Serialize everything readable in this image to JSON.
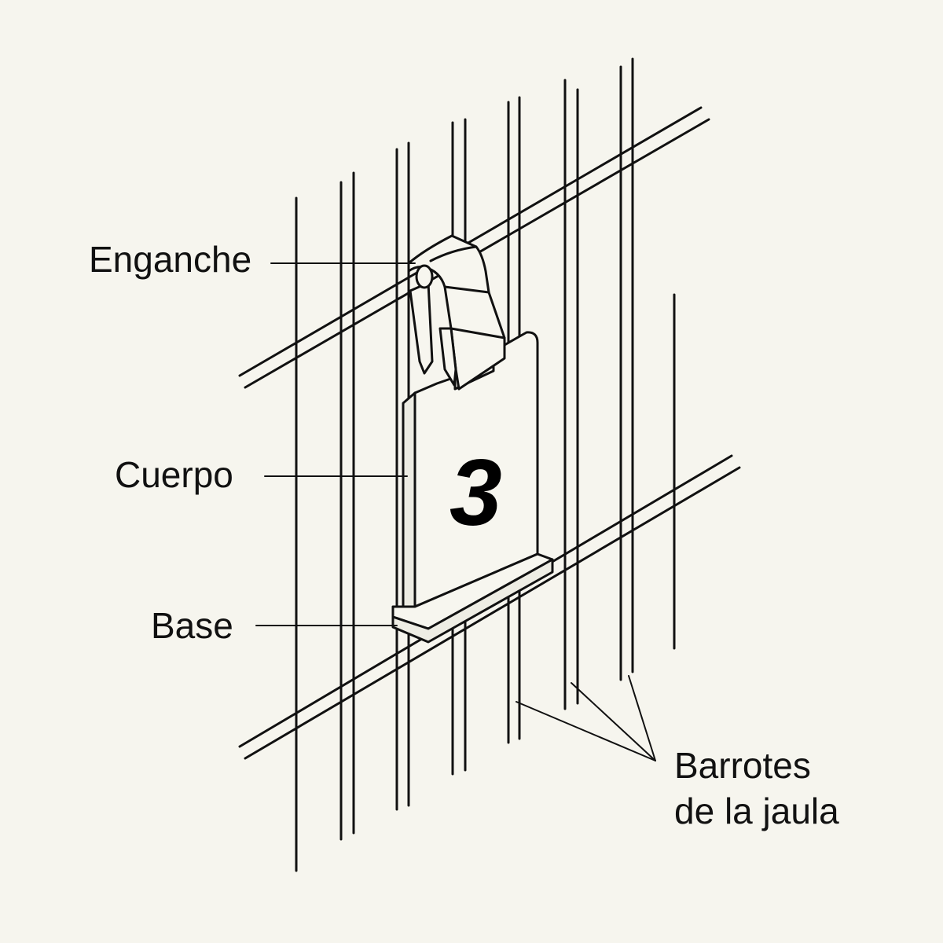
{
  "diagram": {
    "labels": {
      "hook": "Enganche",
      "body": "Cuerpo",
      "base": "Base",
      "bars_line1": "Barrotes",
      "bars_line2": "de la jaula"
    },
    "tag_number": "3"
  },
  "colors": {
    "background": "#f6f5ee",
    "ink": "#111111",
    "tag_fill": "#f7f6ef"
  }
}
